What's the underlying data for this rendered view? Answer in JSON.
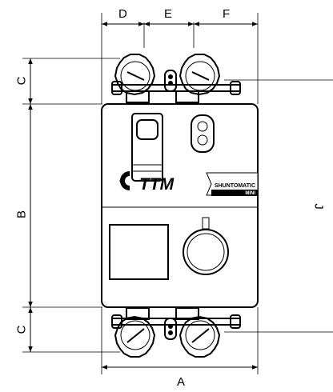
{
  "dimensions": {
    "D": "D",
    "E": "E",
    "F": "F",
    "C_top": "C",
    "B": "B",
    "C_bottom": "C",
    "A": "A",
    "J": "J"
  },
  "product": {
    "brand": "TTM",
    "model": "SHUNTOMATIC",
    "variant": "MINI"
  }
}
